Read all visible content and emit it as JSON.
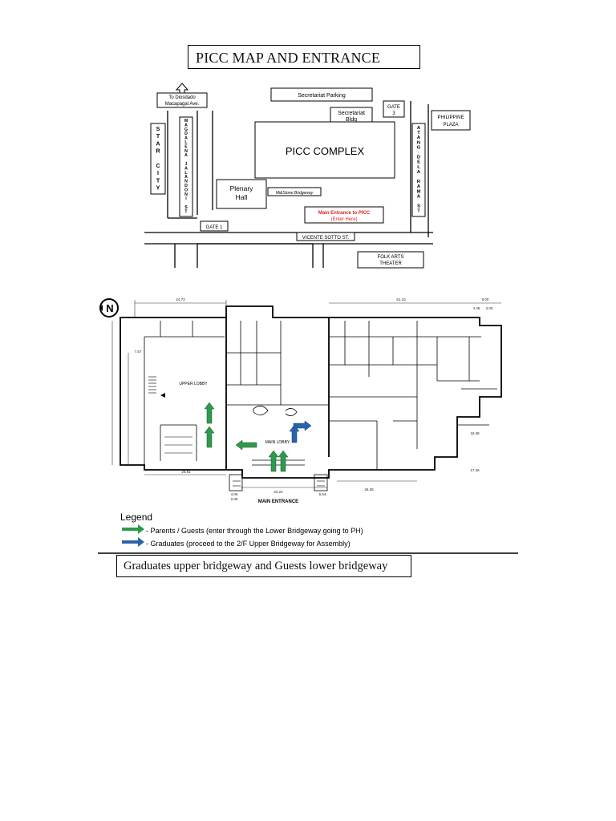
{
  "page": {
    "title": "PICC MAP AND ENTRANCE",
    "caption": "Graduates upper bridgeway and Guests lower bridgeway"
  },
  "street_map": {
    "to_diosdado_line1": "To Diosdado",
    "to_diosdado_line2": "Macapagal Ave.",
    "secretariat_parking": "Secretariat Parking",
    "secretariat_bldg_line1": "Secretariat",
    "secretariat_bldg_line2": "Bldg",
    "gate3_line1": "GATE",
    "gate3_line2": "3",
    "philippine_plaza_line1": "PHILIPPINE",
    "philippine_plaza_line2": "PLAZA",
    "star_city": [
      "S",
      "T",
      "A",
      "R",
      "",
      "C",
      "I",
      "T",
      "Y"
    ],
    "magdalena_st": [
      "M",
      "A",
      "G",
      "D",
      "A",
      "L",
      "E",
      "N",
      "A",
      "",
      "J",
      "A",
      "L",
      "A",
      "N",
      "D",
      "O",
      "N",
      "I",
      "",
      "S",
      "T"
    ],
    "atang_dela_rama_st": [
      "A",
      "T",
      "A",
      "N",
      "G",
      "",
      "D",
      "E",
      "L",
      "A",
      "",
      "R",
      "A",
      "M",
      "A",
      "",
      "S",
      "T"
    ],
    "picc_complex": "PICC COMPLEX",
    "plenary_hall_line1": "Plenary",
    "plenary_hall_line2": "Hall",
    "bridgeway_label": "Mi&Stone Bridgeway",
    "main_entrance_line1": "Main Entrance to PICC",
    "main_entrance_line2": "(Enter Here)",
    "gate1": "GATE 1",
    "vicente_sotto": "VICENTE SOTTO ST.",
    "folk_arts_line1": "FOLK ARTS",
    "folk_arts_line2": "THEATER"
  },
  "floor_plan": {
    "north_symbol": "N",
    "upper_lobby": "UPPER LOBBY",
    "main_lobby": "MAIN LOBBY",
    "main_entrance": "MAIN ENTRANCE",
    "dimensions": {
      "top_left": "24.73",
      "top_right": "61.10",
      "far_right": "8.00",
      "small_a": "4.45",
      "small_b": "3.00",
      "bottom_a": "26.81",
      "bottom_b": "22.22",
      "bottom_c": "26.36",
      "right_a": "18.38",
      "right_b": "17.46",
      "left_a": "7.57",
      "bl_a": "4.06",
      "bl_b": "2.05",
      "br_a": "6.54"
    },
    "legend": {
      "heading": "Legend",
      "items": [
        {
          "text": "- Parents / Guests (enter through the Lower Bridgeway going to PH)",
          "color": "#2e9a4c",
          "icon": "green-arrow-icon"
        },
        {
          "text": "- Graduates (proceed to the 2/F Upper Bridgeway for Assembly)",
          "color": "#2a64a8",
          "icon": "blue-arrow-icon"
        }
      ]
    }
  },
  "colors": {
    "guest_arrow": "#2e9a4c",
    "graduate_arrow": "#2a64a8",
    "entrance_red": "#e02020"
  }
}
